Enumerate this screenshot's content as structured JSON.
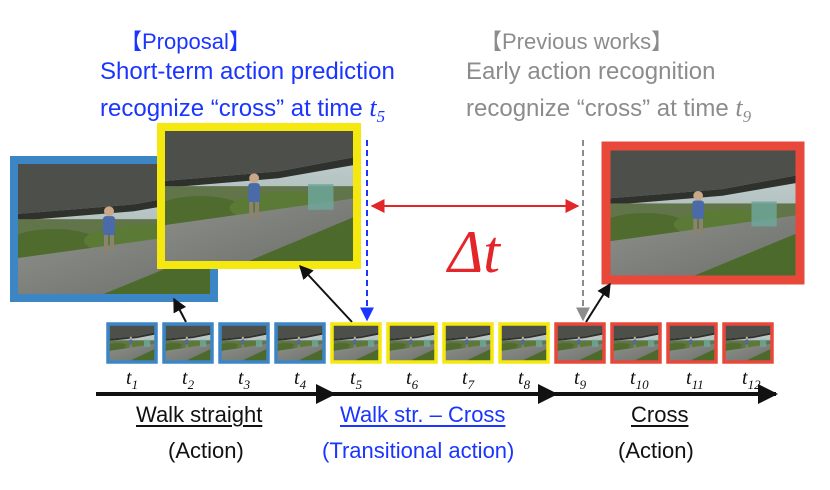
{
  "proposal": {
    "tag": "【Proposal】",
    "line1": "Short-term action prediction",
    "line2_prefix": "recognize “cross” at time ",
    "t_base": "t",
    "t_sub": "5"
  },
  "previous": {
    "tag": "【Previous works】",
    "line1": "Early action recognition",
    "line2_prefix": "recognize “cross” at time ",
    "t_base": "t",
    "t_sub": "9"
  },
  "delta": "Δt",
  "timeline": {
    "frames": [
      {
        "base": "t",
        "sub": "1",
        "phase": "walk"
      },
      {
        "base": "t",
        "sub": "2",
        "phase": "walk"
      },
      {
        "base": "t",
        "sub": "3",
        "phase": "walk"
      },
      {
        "base": "t",
        "sub": "4",
        "phase": "walk"
      },
      {
        "base": "t",
        "sub": "5",
        "phase": "transition"
      },
      {
        "base": "t",
        "sub": "6",
        "phase": "transition"
      },
      {
        "base": "t",
        "sub": "7",
        "phase": "transition"
      },
      {
        "base": "t",
        "sub": "8",
        "phase": "transition"
      },
      {
        "base": "t",
        "sub": "9",
        "phase": "cross"
      },
      {
        "base": "t",
        "sub": "10",
        "phase": "cross"
      },
      {
        "base": "t",
        "sub": "11",
        "phase": "cross"
      },
      {
        "base": "t",
        "sub": "12",
        "phase": "cross"
      }
    ]
  },
  "phases": {
    "walk": {
      "title": "Walk straight",
      "subtitle": "(Action)"
    },
    "transition": {
      "title": "Walk str. – Cross",
      "subtitle": "(Transitional action)"
    },
    "cross": {
      "title": "Cross",
      "subtitle": "(Action)"
    }
  },
  "colors": {
    "walk": "#3d86c6",
    "transition": "#f4e80f",
    "cross": "#e8483a",
    "proposal_text": "#1a35ff",
    "previous_text": "#8c8c8c",
    "delta": "#e3262a"
  }
}
